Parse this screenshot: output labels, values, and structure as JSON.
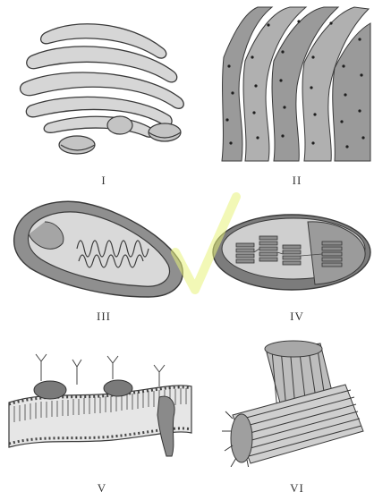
{
  "figure": {
    "labels": {
      "I": "I",
      "II": "II",
      "III": "III",
      "IV": "IV",
      "V": "V",
      "VI": "VI"
    },
    "panels": [
      {
        "id": "I",
        "icon": "golgi-apparatus-icon"
      },
      {
        "id": "II",
        "icon": "rough-endoplasmic-reticulum-icon"
      },
      {
        "id": "III",
        "icon": "mitochondrion-icon"
      },
      {
        "id": "IV",
        "icon": "chloroplast-icon"
      },
      {
        "id": "V",
        "icon": "cell-membrane-icon"
      },
      {
        "id": "VI",
        "icon": "centriole-icon"
      }
    ],
    "colors": {
      "stroke": "#3a3a3a",
      "fill_light": "#d9d9d9",
      "fill_mid": "#b5b5b5",
      "fill_dark": "#7a7a7a",
      "watermark": "#e8f27a"
    }
  }
}
